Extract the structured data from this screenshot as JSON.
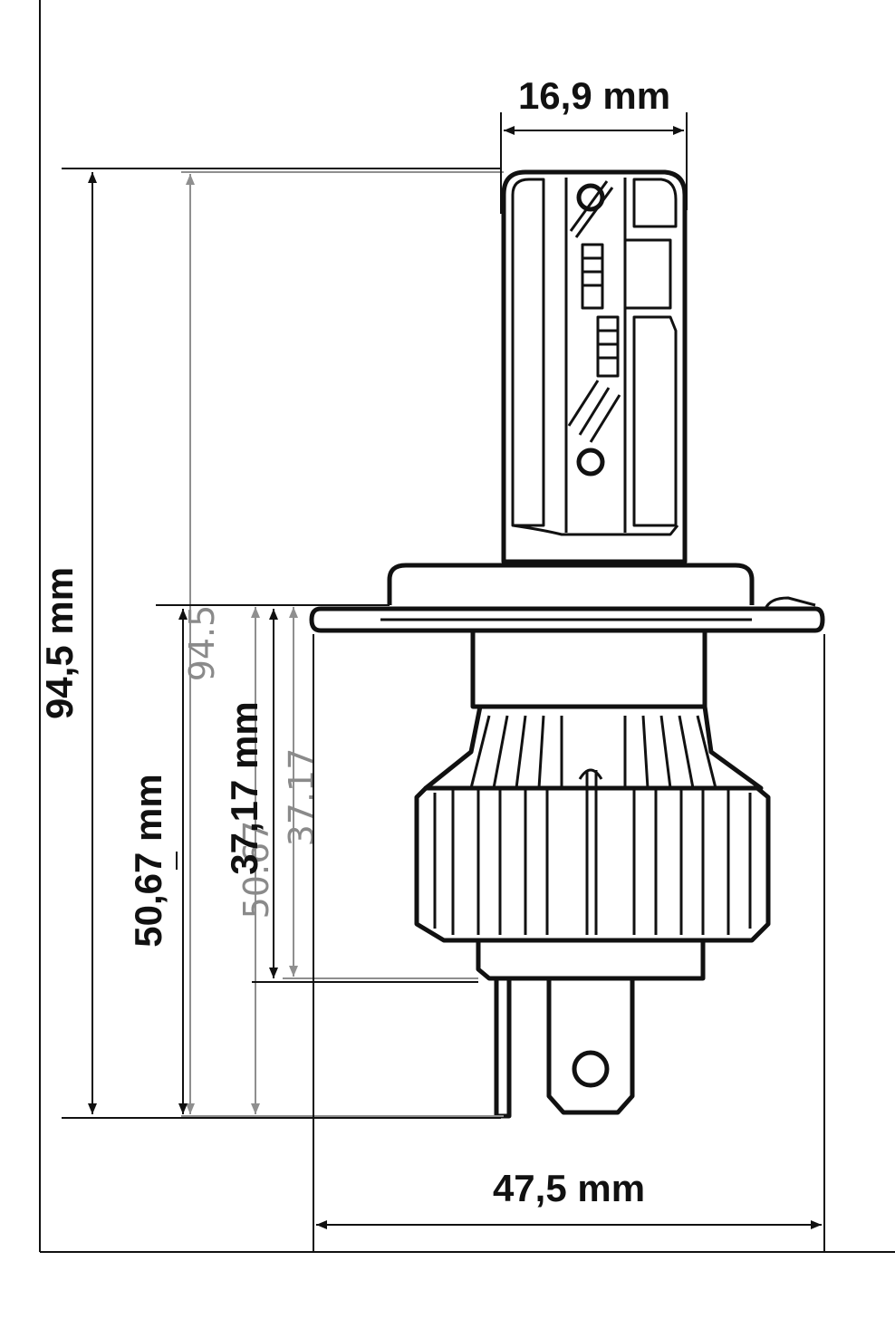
{
  "dimensions": {
    "top_width": "16,9 mm",
    "total_height": "94,5 mm",
    "lower_height": "50,67 mm",
    "base_height": "37,17 mm",
    "flange_width": "47,5 mm"
  },
  "cad_labels": {
    "total": "94.5",
    "lower": "50.67",
    "base": "37.17"
  },
  "colors": {
    "line": "#111111",
    "cad_line": "#8f8f8f",
    "background": "#ffffff"
  }
}
